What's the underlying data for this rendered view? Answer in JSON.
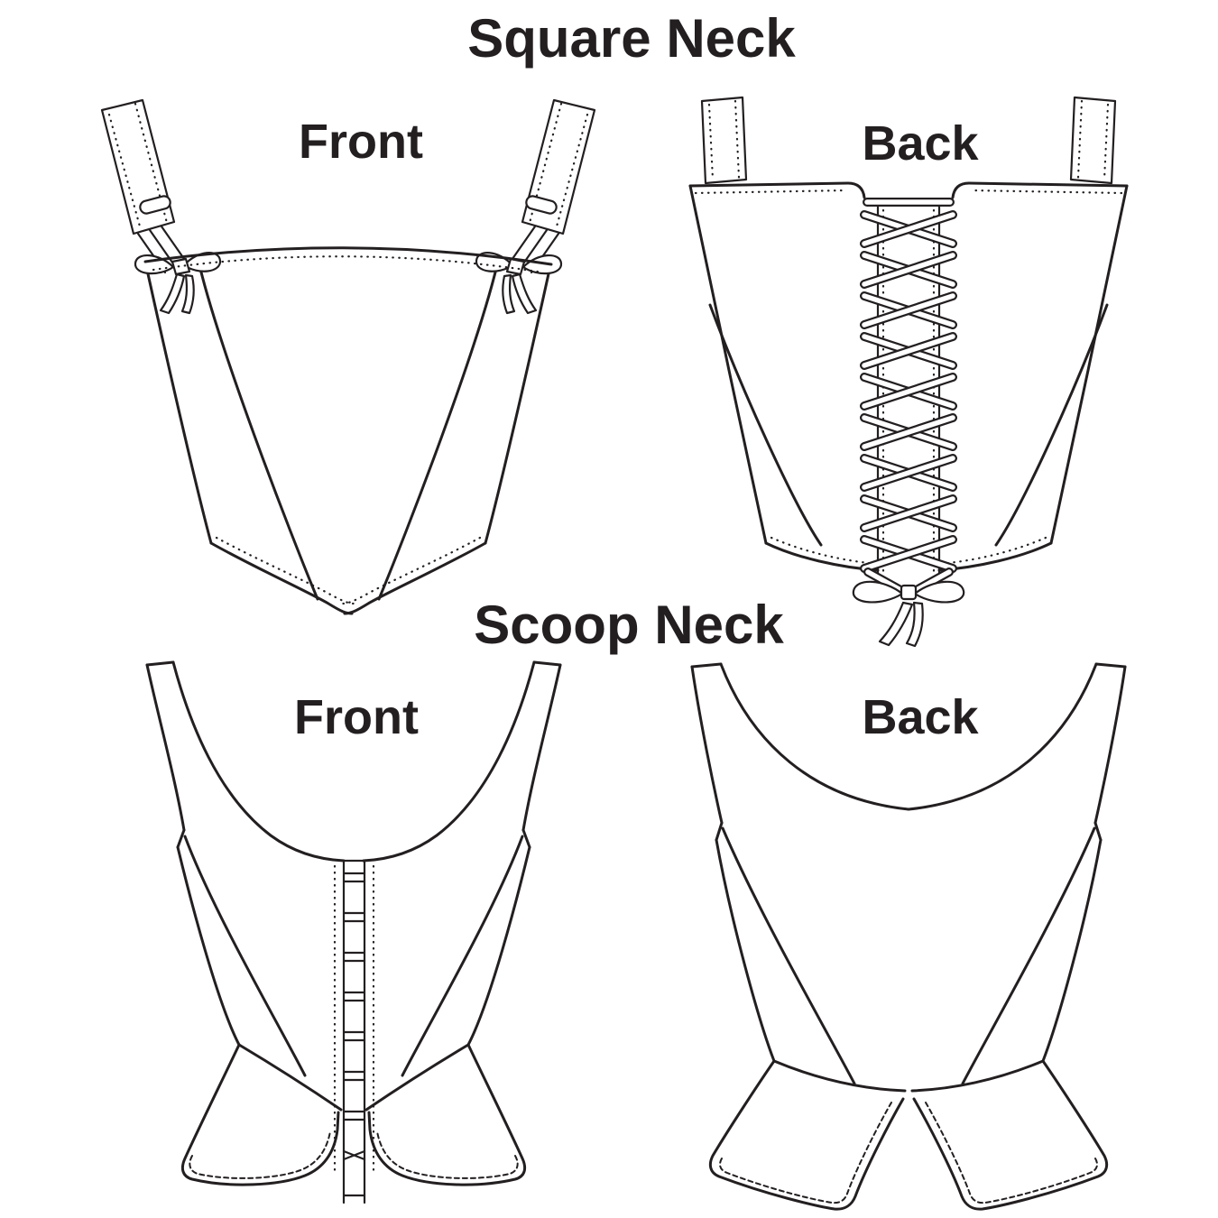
{
  "page": {
    "background": "#ffffff",
    "ink_color": "#231f20"
  },
  "sections": [
    {
      "title": "Square Neck",
      "views": [
        {
          "label": "Front",
          "illustration": "square-neck-front-line-drawing",
          "features": [
            "wide shoulder straps with buttonholes",
            "ribbon ties with bows at front corners",
            "square neckline with topstitching",
            "princess seams",
            "pointed curved front hem"
          ]
        },
        {
          "label": "Back",
          "illustration": "square-neck-back-line-drawing",
          "features": [
            "straight back straps",
            "center back lacing with criss-cross laces",
            "bow tied at lower edge",
            "side back seams",
            "topstitched edges"
          ]
        }
      ]
    },
    {
      "title": "Scoop Neck",
      "views": [
        {
          "label": "Front",
          "illustration": "scoop-neck-front-line-drawing",
          "features": [
            "deep scoop neckline",
            "center front hook-and-eye tape closure",
            "princess seams",
            "flared peplum tabs at hem with topstitching"
          ]
        },
        {
          "label": "Back",
          "illustration": "scoop-neck-back-line-drawing",
          "features": [
            "deep scoop back",
            "princess seams",
            "split peplum tabs at hem with topstitching"
          ]
        }
      ]
    }
  ]
}
